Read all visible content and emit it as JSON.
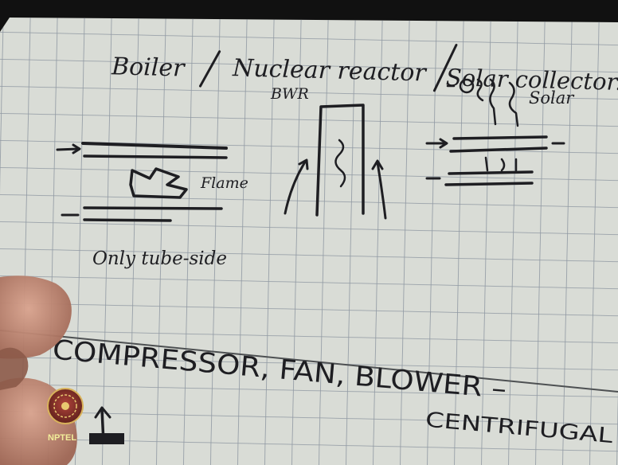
{
  "heading": {
    "boiler": "Boiler",
    "nuclear": "Nuclear reactor",
    "solar": "Solar collector."
  },
  "labels": {
    "bwr": "BWR",
    "solar": "Solar",
    "flame": "Flame",
    "tube_side": "Only tube-side"
  },
  "bottom_words": {
    "line1": "COMPRESSOR, FAN, BLOWER  –",
    "line2": "CENTRIFUGAL"
  },
  "logo": {
    "text": "NPTEL"
  },
  "colors": {
    "paper": "#d9dcd6",
    "grid": "#8f98a2",
    "ink": "#1e1e22",
    "hand": "#c98f7a",
    "logo_text": "#f2ee9a"
  }
}
